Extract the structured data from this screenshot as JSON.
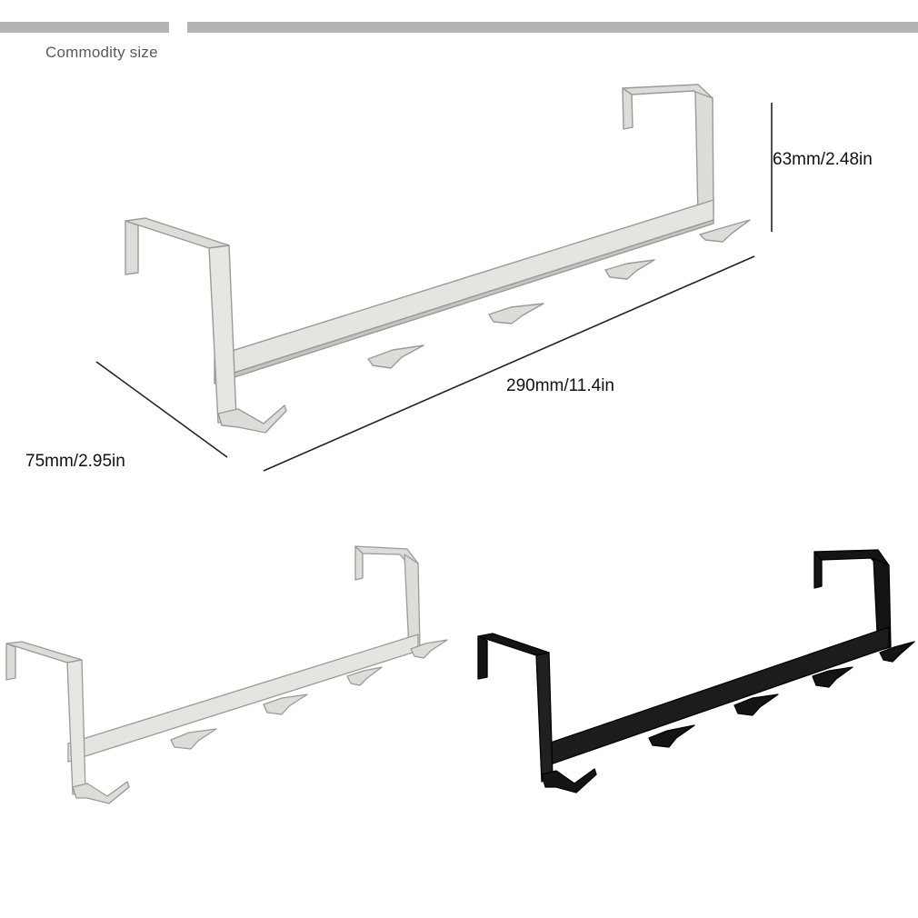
{
  "heading": "Commodity size",
  "dimensions": {
    "length": "290mm/11.4in",
    "height": "63mm/2.48in",
    "depth": "75mm/2.95in"
  },
  "colors": {
    "white_hanger_fill": "#dcdcd8",
    "white_hanger_edge": "#9a9a96",
    "black_hanger_fill": "#141414",
    "black_hanger_edge": "#000000",
    "bars": "#b4b4b4",
    "dimension_lines": "#222222"
  },
  "products": [
    {
      "name": "white-hanger-main",
      "color": "white",
      "hooks": 5
    },
    {
      "name": "white-hanger-small",
      "color": "white",
      "hooks": 5
    },
    {
      "name": "black-hanger-small",
      "color": "black",
      "hooks": 5
    }
  ]
}
